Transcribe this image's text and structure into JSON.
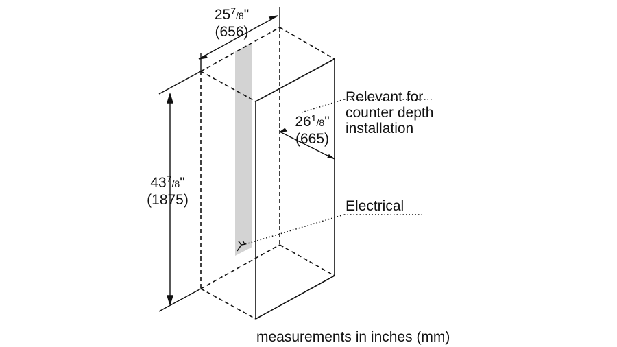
{
  "dimensions": {
    "width": {
      "whole": "25",
      "numerator": "7",
      "denominator": "8",
      "unit_mark": "\"",
      "metric": "(656)"
    },
    "depth": {
      "whole": "26",
      "numerator": "1",
      "denominator": "8",
      "unit_mark": "\"",
      "metric": "(665)"
    },
    "height": {
      "whole": "43",
      "numerator": "7",
      "denominator": "8",
      "unit_mark": "\"",
      "metric": "(1875)"
    }
  },
  "callouts": {
    "counter_depth": [
      "Relevant for",
      "counter depth",
      "installation"
    ],
    "electrical": "Electrical"
  },
  "footer": "measurements in inches (mm)",
  "colors": {
    "line": "#111111",
    "electrical_zone": "#d3d3d3",
    "background": "#ffffff"
  }
}
